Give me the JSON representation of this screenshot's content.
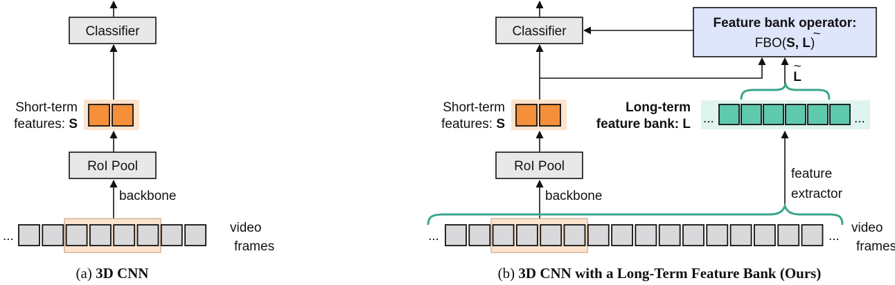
{
  "colors": {
    "box_gray": "#e8e8ea",
    "frame_gray": "#d9d9db",
    "short_term_orange": "#f58f3a",
    "short_term_highlight": "#fbe3cd",
    "long_term_teal": "#5fc9ae",
    "long_term_highlight": "#dff4ee",
    "fbo_fill": "#dfe5fb",
    "brace_teal": "#3aa58a",
    "stroke": "#111111"
  },
  "panel_a": {
    "classifier": "Classifier",
    "short_term_line1": "Short-term",
    "short_term_line2": "features: ",
    "short_term_symbol": "S",
    "roi_pool": "RoI Pool",
    "backbone": "backbone",
    "ellipsis": "...",
    "video_line1": "video",
    "video_line2": "frames",
    "caption_prefix": "(a) ",
    "caption_bold": "3D CNN"
  },
  "panel_b": {
    "classifier": "Classifier",
    "fbo_title": "Feature bank operator:",
    "fbo_expr_prefix": "FBO(",
    "fbo_expr_s": "S, ",
    "fbo_expr_l": "L",
    "fbo_expr_suffix": ")",
    "tilde": "~",
    "l_tilde": "L",
    "short_term_line1": "Short-term",
    "short_term_line2": "features: ",
    "short_term_symbol": "S",
    "long_term_line1": "Long-term",
    "long_term_line2": "feature bank: L",
    "ellipsis": "...",
    "roi_pool": "RoI Pool",
    "backbone": "backbone",
    "extractor_line1": "feature",
    "extractor_line2": "extractor",
    "video_line1": "video",
    "video_line2": "frames",
    "caption_prefix": "(b) ",
    "caption_bold": "3D CNN with a Long-Term Feature Bank (Ours)"
  }
}
